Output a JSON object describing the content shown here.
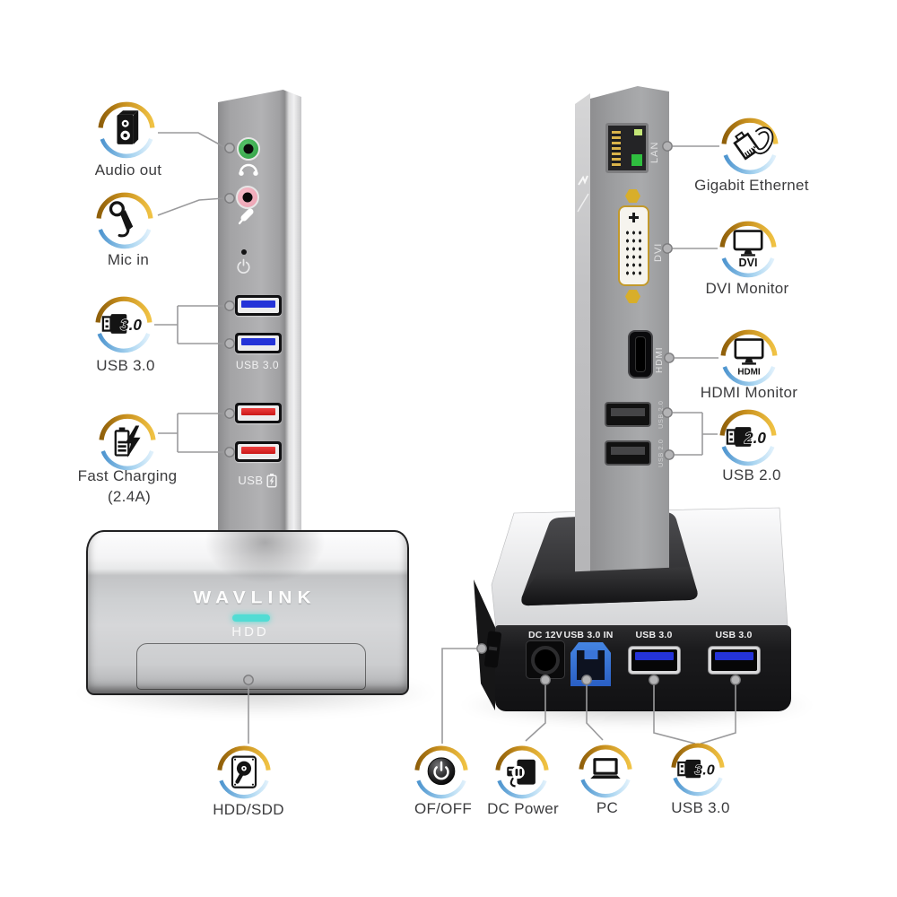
{
  "product": {
    "brand": "WAVLINK",
    "front": {
      "hdd_label": "HDD",
      "usb3_label": "USB 3.0",
      "charge_usb_label": "USB"
    },
    "rear": {
      "lan": "LAN",
      "dvi": "DVI",
      "hdmi": "HDMI",
      "usb2_top": "USB 2.0",
      "usb2_bottom": "USB 2.0",
      "panel": {
        "dc": "DC 12V",
        "usb_in": "USB 3.0 IN",
        "usb3_left": "USB 3.0",
        "usb3_right": "USB 3.0"
      }
    }
  },
  "callouts": {
    "audio": "Audio out",
    "mic": "Mic in",
    "usb3": "USB 3.0",
    "fast_charging": "Fast Charging",
    "fast_charging_amp": "(2.4A)",
    "hdd": "HDD/SDD",
    "ethernet": "Gigabit Ethernet",
    "dvi": "DVI Monitor",
    "hdmi": "HDMI Monitor",
    "usb2": "USB 2.0",
    "power": "OF/OFF",
    "dc_power": "DC Power",
    "pc": "PC",
    "usb3_rear": "USB 3.0"
  },
  "badge_texts": {
    "usb3": "3.0",
    "usb2": "2.0",
    "dvi": "DVI",
    "hdmi": "HDMI"
  },
  "colors": {
    "ring_gold": "#d9a428",
    "ring_blue": "#7db8e8",
    "led_cyan": "#52dcd4",
    "usb3_blue": "#2433d8",
    "charge_red": "#e02828",
    "audio_green": "#3aa94e",
    "mic_pink": "#f0a8b8",
    "label_text": "#3c3c3e"
  }
}
